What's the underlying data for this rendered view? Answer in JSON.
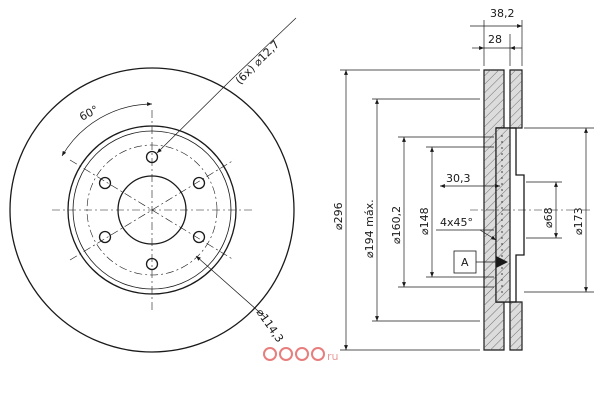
{
  "front_view": {
    "bolt_callout": "(6x) ⌀12,7",
    "pcd_callout": "⌀114,3",
    "angle_callout": "60°"
  },
  "section_view": {
    "width_total": "38,2",
    "width_inner": "28",
    "dia_outer": "⌀296",
    "dia_swept": "⌀194 máx.",
    "dia_160": "⌀160,2",
    "dia_148": "⌀148",
    "hub_depth": "30,3",
    "chamfer": "4x45°",
    "dia_68": "⌀68",
    "dia_173": "⌀173",
    "datum": "A"
  },
  "watermark": {
    "text": "ru",
    "brand_color": "#e05252"
  }
}
